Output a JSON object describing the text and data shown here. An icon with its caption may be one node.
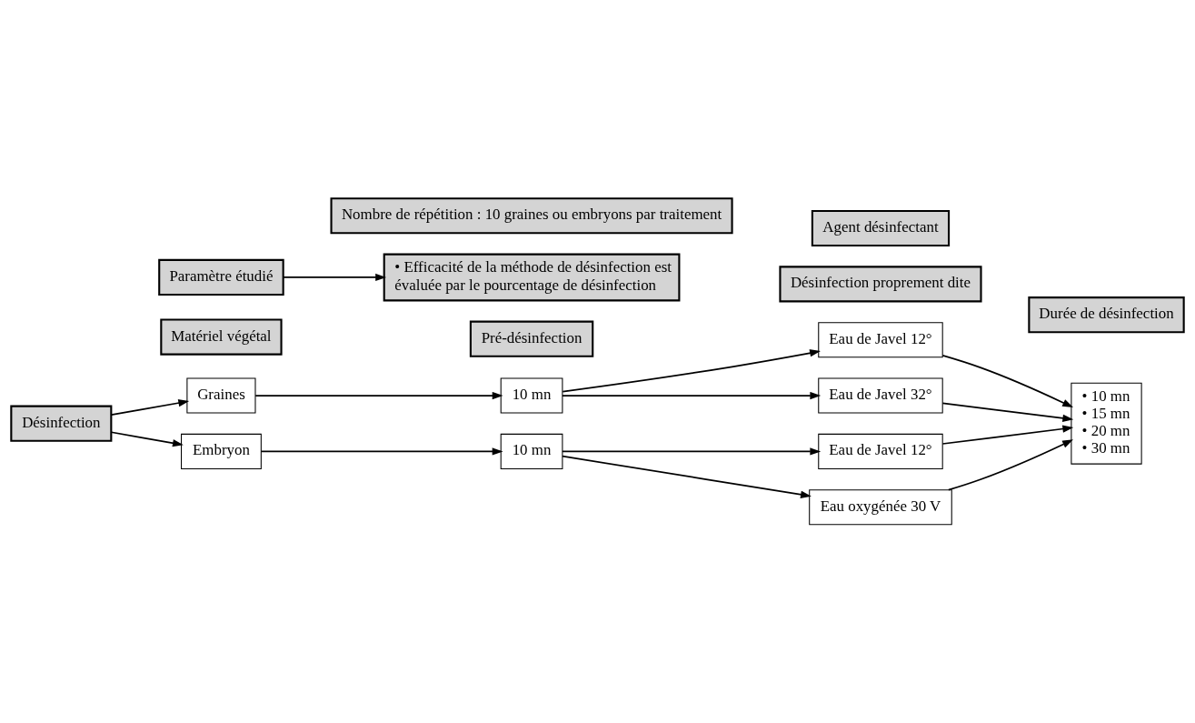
{
  "diagram": {
    "nodes": [
      {
        "text": [
          "Matériel végétal"
        ]
      },
      {
        "text": [
          "Pré-désinfection"
        ]
      },
      {
        "text": [
          "Désinfection proprement dite"
        ]
      },
      {
        "text": [
          "Agent désinfectant"
        ]
      },
      {
        "text": [
          "Durée de désinfection"
        ]
      },
      {
        "text": [
          "Désinfection"
        ]
      },
      {
        "text": [
          "Graines"
        ]
      },
      {
        "text": [
          "Embryon"
        ]
      },
      {
        "text": [
          "10 mn"
        ]
      },
      {
        "text": [
          "10 mn"
        ]
      },
      {
        "text": [
          "Eau de Javel 12°"
        ]
      },
      {
        "text": [
          "Eau de Javel 32°"
        ]
      },
      {
        "text": [
          "Eau de Javel 12°"
        ]
      },
      {
        "text": [
          "Eau oxygénée 30 V"
        ]
      },
      {
        "text": [
          "• 10 mn",
          "• 15 mn",
          "• 20 mn",
          "• 30 mn"
        ]
      },
      {
        "text": [
          "Paramètre étudié"
        ]
      },
      {
        "text": [
          "• Efficacité de la méthode de désinfection est évaluée par le pourcentage de désinfection"
        ]
      },
      {
        "text": [
          "Nombre de répétition : 10 graines ou embryons par traitement"
        ]
      }
    ],
    "edges": [
      {
        "from": 5,
        "to": 6,
        "arrow": "to"
      },
      {
        "from": 5,
        "to": 7,
        "arrow": "to"
      },
      {
        "from": 6,
        "to": 8,
        "arrow": "to"
      },
      {
        "from": 7,
        "to": 9,
        "arrow": "to"
      },
      {
        "from": 8,
        "to": 10,
        "arrow": "to"
      },
      {
        "from": 8,
        "to": 11,
        "arrow": "to"
      },
      {
        "from": 9,
        "to": 12,
        "arrow": "to"
      },
      {
        "from": 9,
        "to": 13,
        "arrow": "to"
      },
      {
        "from": 10,
        "to": 14,
        "arrow": "to"
      },
      {
        "from": 11,
        "to": 14,
        "arrow": "to"
      },
      {
        "from": 12,
        "to": 14,
        "arrow": "to"
      },
      {
        "from": 13,
        "to": 14,
        "arrow": "to"
      },
      {
        "from": 15,
        "to": 16,
        "arrow": "to"
      }
    ]
  }
}
